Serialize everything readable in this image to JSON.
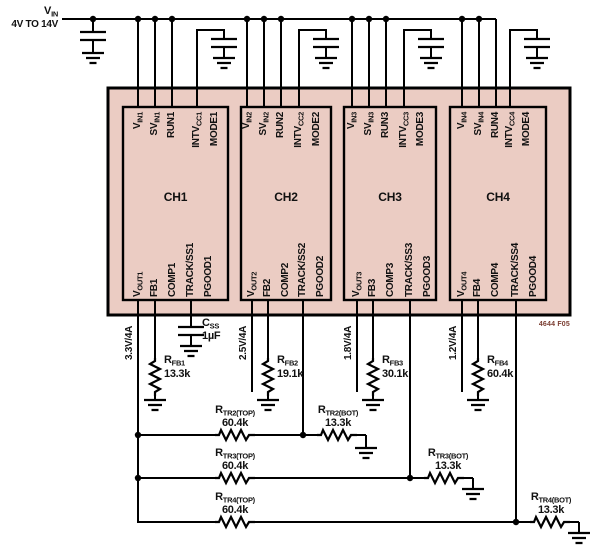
{
  "meta": {
    "fig_note": "4644 F05"
  },
  "colors": {
    "chip_fill": "#ebccc3",
    "wire": "#000000",
    "note_text": "#7a3c30"
  },
  "input": {
    "t": "V",
    "s": "IN",
    "range": "4V TO 14V"
  },
  "chip": {
    "channels": [
      {
        "name": "CH1",
        "top_pins": [
          {
            "t": "V",
            "s": "IN1"
          },
          {
            "t": "SV",
            "s": "IN1"
          },
          {
            "t": "RUN1",
            "s": ""
          },
          {
            "t": "INTV",
            "s": "CC1"
          },
          {
            "t": "MODE1",
            "s": ""
          }
        ],
        "bottom_pins": [
          {
            "t": "V",
            "s": "OUT1"
          },
          {
            "t": "FB1",
            "s": ""
          },
          {
            "t": "COMP1",
            "s": ""
          },
          {
            "t": "TRACK/SS1",
            "s": ""
          },
          {
            "t": "PGOOD1",
            "s": ""
          }
        ]
      },
      {
        "name": "CH2",
        "top_pins": [
          {
            "t": "V",
            "s": "IN2"
          },
          {
            "t": "SV",
            "s": "IN2"
          },
          {
            "t": "RUN2",
            "s": ""
          },
          {
            "t": "INTV",
            "s": "CC2"
          },
          {
            "t": "MODE2",
            "s": ""
          }
        ],
        "bottom_pins": [
          {
            "t": "V",
            "s": "OUT2"
          },
          {
            "t": "FB2",
            "s": ""
          },
          {
            "t": "COMP2",
            "s": ""
          },
          {
            "t": "TRACK/SS2",
            "s": ""
          },
          {
            "t": "PGOOD2",
            "s": ""
          }
        ]
      },
      {
        "name": "CH3",
        "top_pins": [
          {
            "t": "V",
            "s": "IN3"
          },
          {
            "t": "SV",
            "s": "IN3"
          },
          {
            "t": "RUN3",
            "s": ""
          },
          {
            "t": "INTV",
            "s": "CC3"
          },
          {
            "t": "MODE3",
            "s": ""
          }
        ],
        "bottom_pins": [
          {
            "t": "V",
            "s": "OUT3"
          },
          {
            "t": "FB3",
            "s": ""
          },
          {
            "t": "COMP3",
            "s": ""
          },
          {
            "t": "TRACK/SS3",
            "s": ""
          },
          {
            "t": "PGOOD3",
            "s": ""
          }
        ]
      },
      {
        "name": "CH4",
        "top_pins": [
          {
            "t": "V",
            "s": "IN4"
          },
          {
            "t": "SV",
            "s": "IN4"
          },
          {
            "t": "RUN4",
            "s": ""
          },
          {
            "t": "INTV",
            "s": "CC4"
          },
          {
            "t": "MODE4",
            "s": ""
          }
        ],
        "bottom_pins": [
          {
            "t": "V",
            "s": "OUT4"
          },
          {
            "t": "FB4",
            "s": ""
          },
          {
            "t": "COMP4",
            "s": ""
          },
          {
            "t": "TRACK/SS4",
            "s": ""
          },
          {
            "t": "PGOOD4",
            "s": ""
          }
        ]
      }
    ]
  },
  "outputs": [
    "3.3V/4A",
    "2.5V/4A",
    "1.8V/4A",
    "1.2V/4A"
  ],
  "fb_resistors": [
    {
      "t": "R",
      "s": "FB1",
      "value": "13.3k"
    },
    {
      "t": "R",
      "s": "FB2",
      "value": "19.1k"
    },
    {
      "t": "R",
      "s": "FB3",
      "value": "30.1k"
    },
    {
      "t": "R",
      "s": "FB4",
      "value": "60.4k"
    }
  ],
  "soft_start": {
    "t": "C",
    "s": "SS",
    "value": "1µF"
  },
  "track_network": [
    {
      "top": {
        "t": "R",
        "s": "TR2(TOP)",
        "value": "60.4k"
      },
      "bot": {
        "t": "R",
        "s": "TR2(BOT)",
        "value": "13.3k"
      }
    },
    {
      "top": {
        "t": "R",
        "s": "TR3(TOP)",
        "value": "60.4k"
      },
      "bot": {
        "t": "R",
        "s": "TR3(BOT)",
        "value": "13.3k"
      }
    },
    {
      "top": {
        "t": "R",
        "s": "TR4(TOP)",
        "value": "60.4k"
      },
      "bot": {
        "t": "R",
        "s": "TR4(BOT)",
        "value": "13.3k"
      }
    }
  ]
}
